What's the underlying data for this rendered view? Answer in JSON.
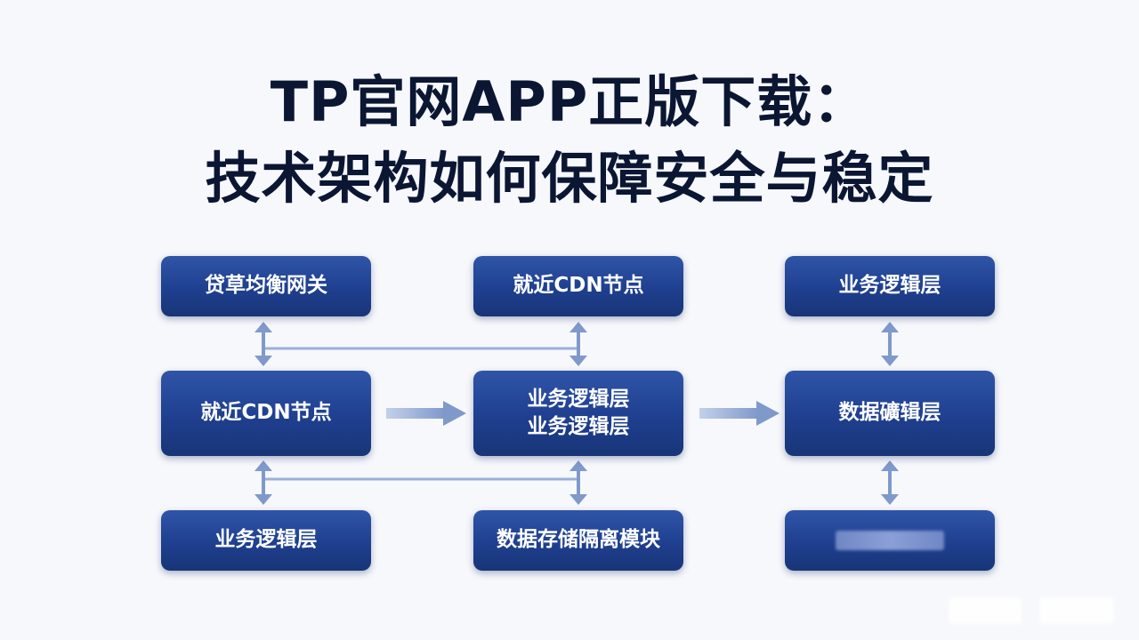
{
  "title": {
    "line1": "TP官网APP正版下载：",
    "line2": "技术架构如何保障安全与稳定"
  },
  "nodes": {
    "n1": "贷草均衡网关",
    "n2": "就近CDN节点",
    "n3": "业务逻辑层",
    "n4": "就近CDN节点",
    "n5_line1": "业务逻辑层",
    "n5_line2": "业务逻辑层",
    "n6": "数据礦辑层",
    "n7": "业务逻辑层",
    "n8": "数据存储隔离模块",
    "n9": ""
  },
  "colors": {
    "node_fill": "#1f3f8f",
    "connector": "#8aa3cf",
    "title": "#0b1633",
    "background": "#f7f8fb"
  }
}
